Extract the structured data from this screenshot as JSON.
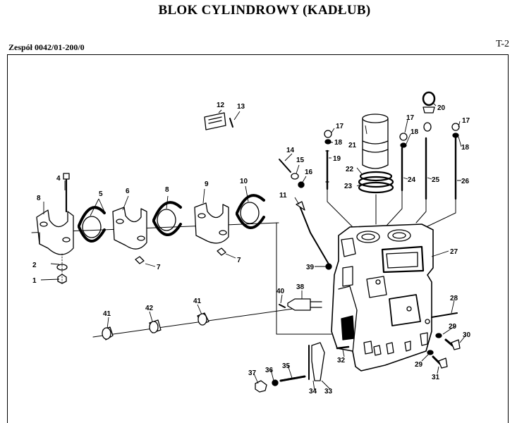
{
  "header": {
    "title": "BLOK CYLINDROWY (KADŁUB)",
    "assembly": "Zespół 0042/01-200/0",
    "sheet": "T-2"
  },
  "callouts": [
    "1",
    "2",
    "4",
    "5",
    "6",
    "7",
    "7",
    "8",
    "8",
    "9",
    "10",
    "11",
    "12",
    "13",
    "14",
    "15",
    "16",
    "17",
    "17",
    "17",
    "18",
    "18",
    "18",
    "19",
    "20",
    "21",
    "22",
    "23",
    "24",
    "25",
    "26",
    "27",
    "28",
    "29",
    "29",
    "30",
    "31",
    "32",
    "33",
    "34",
    "35",
    "36",
    "37",
    "38",
    "39",
    "40",
    "41",
    "41",
    "42"
  ]
}
